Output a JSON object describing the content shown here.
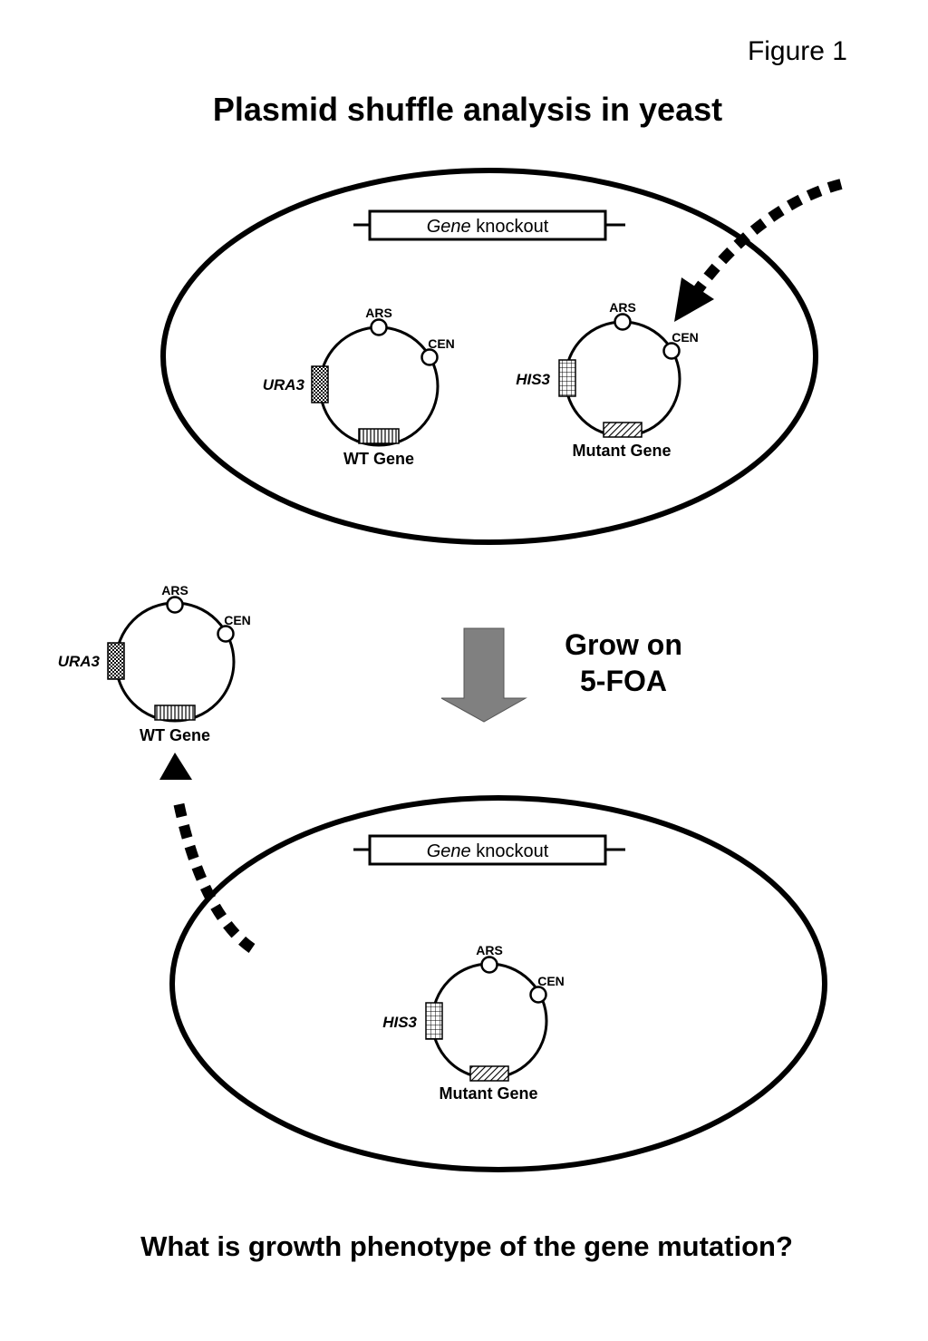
{
  "figure_label": "Figure 1",
  "title": "Plasmid shuffle analysis in yeast",
  "knockout": {
    "italic": "Gene",
    "rest": " knockout"
  },
  "plasmid_labels": {
    "ars": "ARS",
    "cen": "CEN",
    "ura3": "URA3",
    "his3": "HIS3",
    "wt_gene": "WT Gene",
    "mutant_gene": "Mutant Gene"
  },
  "step": {
    "line1": "Grow on",
    "line2": "5-FOA"
  },
  "question": "What is growth phenotype of the gene mutation?",
  "colors": {
    "ink": "#000000",
    "process_arrow": "#808080",
    "background": "#ffffff"
  }
}
